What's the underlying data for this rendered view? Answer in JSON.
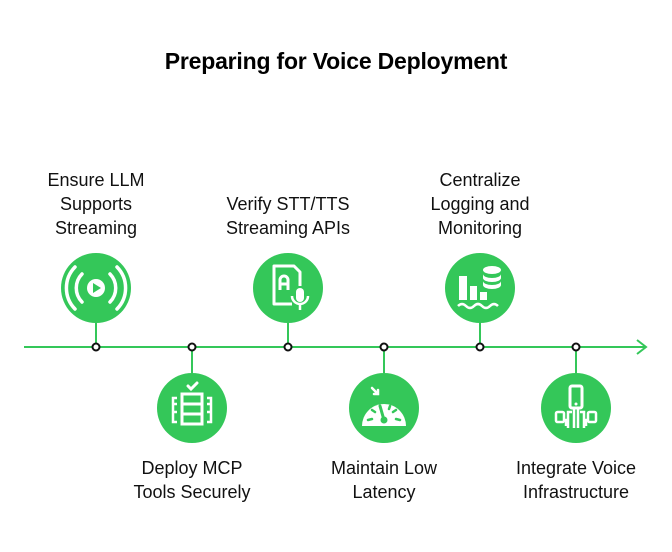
{
  "title": "Preparing for Voice Deployment",
  "colors": {
    "accent": "#34c759",
    "line": "#34c759",
    "node_stroke": "#111111",
    "icon": "#ffffff"
  },
  "steps": [
    {
      "label": "Ensure LLM Supports Streaming",
      "lines": [
        "Ensure LLM",
        "Supports",
        "Streaming"
      ],
      "position": "top",
      "icon": "streaming-broadcast-icon"
    },
    {
      "label": "Deploy MCP Tools Securely",
      "lines": [
        "Deploy MCP",
        "Tools Securely"
      ],
      "position": "bottom",
      "icon": "server-check-icon"
    },
    {
      "label": "Verify STT/TTS Streaming APIs",
      "lines": [
        "Verify STT/TTS",
        "Streaming APIs"
      ],
      "position": "top",
      "icon": "document-microphone-icon"
    },
    {
      "label": "Maintain Low Latency",
      "lines": [
        "Maintain Low",
        "Latency"
      ],
      "position": "bottom",
      "icon": "speedometer-icon"
    },
    {
      "label": "Centralize Logging and Monitoring",
      "lines": [
        "Centralize",
        "Logging and",
        "Monitoring"
      ],
      "position": "top",
      "icon": "chart-database-icon"
    },
    {
      "label": "Integrate Voice Infrastructure",
      "lines": [
        "Integrate Voice",
        "Infrastructure"
      ],
      "position": "bottom",
      "icon": "network-device-icon"
    }
  ]
}
